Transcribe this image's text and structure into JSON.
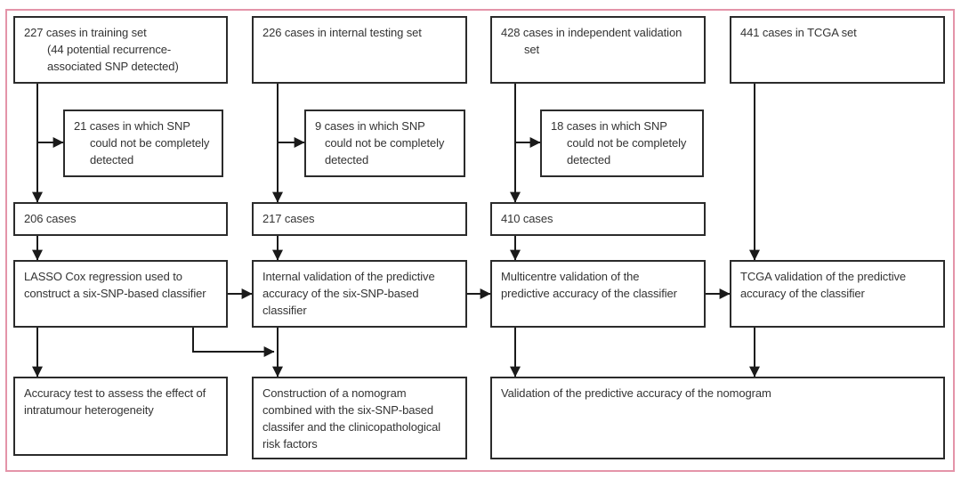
{
  "figure": {
    "type": "study-profile-flowchart",
    "colors": {
      "frame-border": "#e494a9",
      "box-border": "#2b2b2b",
      "box-fill": "#ffffff",
      "text": "#333333",
      "arrow": "#1a1a1a",
      "background": "#ffffff"
    }
  },
  "columns": [
    {
      "name": "training set",
      "top": {
        "text": "227 cases in training set\n(44 potential recurrence-\nassociated SNP detected)"
      },
      "excluded": {
        "text": "21 cases in which SNP\ncould not be completely\ndetected"
      },
      "remaining": {
        "text": "206 cases"
      },
      "analysis": {
        "text": "LASSO Cox regression used to\nconstruct a six-SNP-based classifier"
      },
      "outcome": {
        "text": "Accuracy test to assess the effect of\nintratumour heterogeneity"
      }
    },
    {
      "name": "internal testing set",
      "top": {
        "text": "226 cases in internal testing set"
      },
      "excluded": {
        "text": "9 cases in which SNP\ncould not be completely\ndetected"
      },
      "remaining": {
        "text": "217 cases"
      },
      "analysis": {
        "text": "Internal validation of the predictive\naccuracy of the six-SNP-based\nclassifier"
      },
      "outcome": {
        "text": "Construction of a nomogram\ncombined with the six-SNP-based\nclassifer and the clinicopathological\nrisk factors"
      }
    },
    {
      "name": "independent validation set",
      "top": {
        "text": "428 cases in independent validation\nset"
      },
      "excluded": {
        "text": "18 cases in which SNP\ncould not be completely\ndetected"
      },
      "remaining": {
        "text": "410 cases"
      },
      "analysis": {
        "text": "Multicentre validation of the\npredictive accuracy of the classifier"
      }
    },
    {
      "name": "TCGA set",
      "top": {
        "text": "441 cases in TCGA set"
      },
      "analysis": {
        "text": "TCGA validation of the predictive\naccuracy of the classifier"
      }
    }
  ],
  "shared_outcome": {
    "text": "Validation of the predictive accuracy of the nomogram"
  }
}
